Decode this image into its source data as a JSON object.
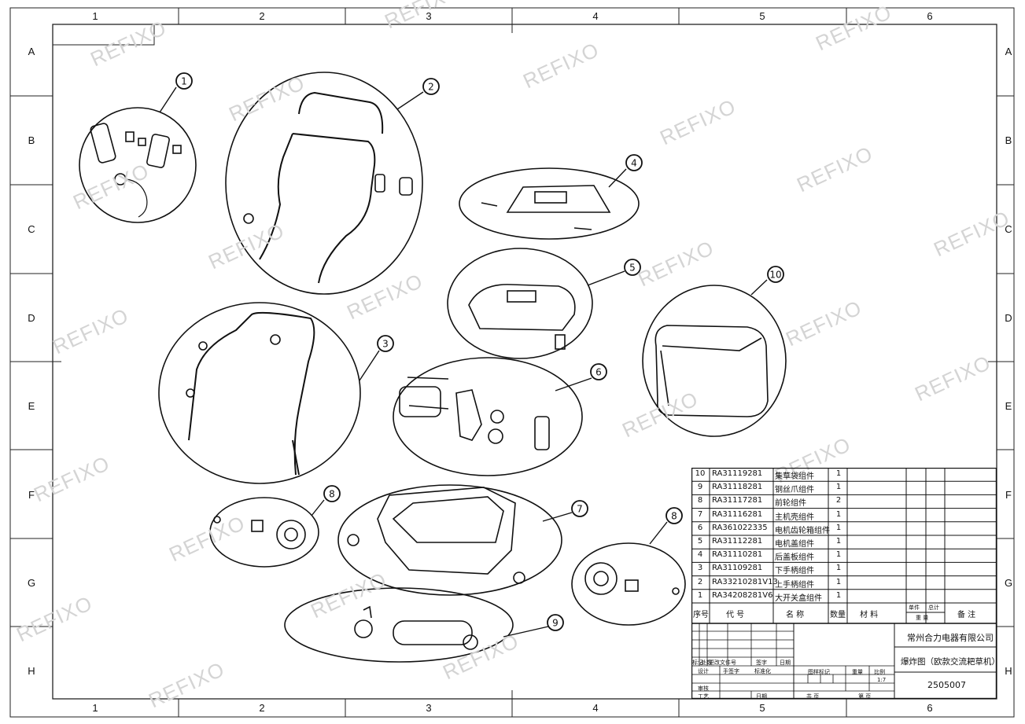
{
  "zones": {
    "columns": [
      "1",
      "2",
      "3",
      "4",
      "5",
      "6"
    ],
    "rows": [
      "A",
      "B",
      "C",
      "D",
      "E",
      "F",
      "G",
      "H"
    ]
  },
  "watermark": "REFIXO",
  "callouts": [
    "1",
    "2",
    "3",
    "4",
    "5",
    "6",
    "7",
    "8",
    "8",
    "9",
    "10"
  ],
  "bom": {
    "rows": [
      {
        "no": "10",
        "code": "RA31119281",
        "name": "集草袋组件",
        "qty": "1"
      },
      {
        "no": "9",
        "code": "RA31118281",
        "name": "钢丝爪组件",
        "qty": "1"
      },
      {
        "no": "8",
        "code": "RA31117281",
        "name": "前轮组件",
        "qty": "2"
      },
      {
        "no": "7",
        "code": "RA31116281",
        "name": "主机壳组件",
        "qty": "1"
      },
      {
        "no": "6",
        "code": "RA361022335",
        "name": "电机齿轮箱组件",
        "qty": "1"
      },
      {
        "no": "5",
        "code": "RA31112281",
        "name": "电机盖组件",
        "qty": "1"
      },
      {
        "no": "4",
        "code": "RA31110281",
        "name": "后盖板组件",
        "qty": "1"
      },
      {
        "no": "3",
        "code": "RA31109281",
        "name": "下手柄组件",
        "qty": "1"
      },
      {
        "no": "2",
        "code": "RA33210281V13",
        "name": "上手柄组件",
        "qty": "1"
      },
      {
        "no": "1",
        "code": "RA34208281V6",
        "name": "大开关盒组件",
        "qty": "1"
      }
    ],
    "headers": {
      "no": "序号",
      "code": "代  号",
      "name": "名  称",
      "qty": "数量",
      "material": "材  料",
      "unit_weight": "单件",
      "total_weight": "总计",
      "weight": "重  量",
      "remarks": "备  注"
    }
  },
  "title_block": {
    "company": "常州合力电器有限公司",
    "drawing_title": "爆炸图（欧款交流耙草机）",
    "drawing_number": "2505007",
    "scale": "1:7",
    "rev_labels": {
      "mark": "标记",
      "count": "处数",
      "doc": "更改文件号",
      "sign": "签字",
      "date": "日期"
    },
    "design": "设计",
    "signature": "手签字",
    "standardize": "标准化",
    "review": "审核",
    "process": "工艺",
    "date": "日期",
    "stage_mark": "图样标记",
    "weight": "重量",
    "scale_label": "比例",
    "total_sheets": "共    页",
    "sheet_no": "第    页"
  }
}
